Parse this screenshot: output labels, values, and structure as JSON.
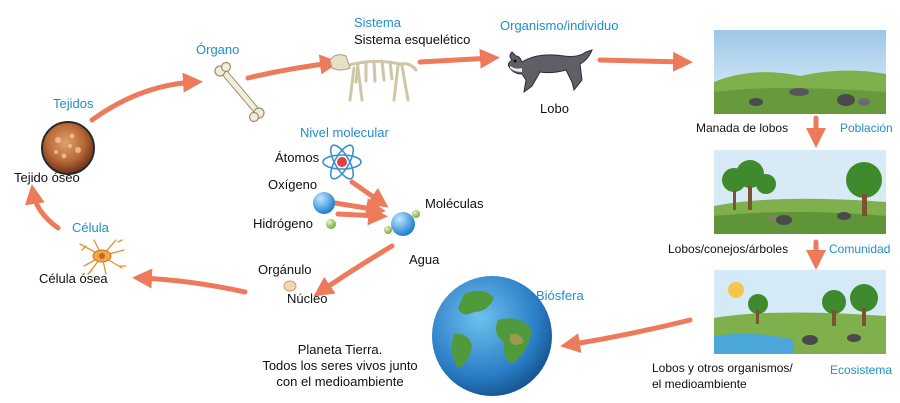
{
  "levels": {
    "tejidos": {
      "title": "Tejidos",
      "label": "Tejido óseo"
    },
    "organo": {
      "title": "Órgano"
    },
    "sistema": {
      "title": "Sistema",
      "label": "Sistema esquelético"
    },
    "organismo": {
      "title": "Organismo/individuo",
      "label": "Lobo"
    },
    "poblacion": {
      "title": "Población",
      "label": "Manada de lobos"
    },
    "comunidad": {
      "title": "Comunidad",
      "label": "Lobos/conejos/árboles"
    },
    "ecosistema": {
      "title": "Ecosistema",
      "label_line1": "Lobos y otros organismos/",
      "label_line2": "el medioambiente"
    },
    "biosfera": {
      "title": "Biósfera",
      "label_line1": "Planeta Tierra.",
      "label_line2": "Todos los seres vivos junto",
      "label_line3": "con el medioambiente"
    },
    "molecular": {
      "title": "Nivel molecular",
      "atomos": "Átomos",
      "oxigeno": "Oxígeno",
      "hidrogeno": "Hidrógeno",
      "moleculas": "Moléculas",
      "agua": "Agua",
      "organulo": "Orgánulo",
      "nucleo": "Núcleo"
    },
    "celula": {
      "title": "Célula",
      "label": "Célula ósea"
    }
  },
  "colors": {
    "title_blue": "#1f8fc8",
    "arrow": "#ee7a5c",
    "text": "#111111"
  },
  "icons": [
    "bone-icon",
    "skeleton-icon",
    "wolf-icon",
    "atom-icon",
    "earth-icon",
    "bone-cell-icon",
    "tissue-icon"
  ]
}
